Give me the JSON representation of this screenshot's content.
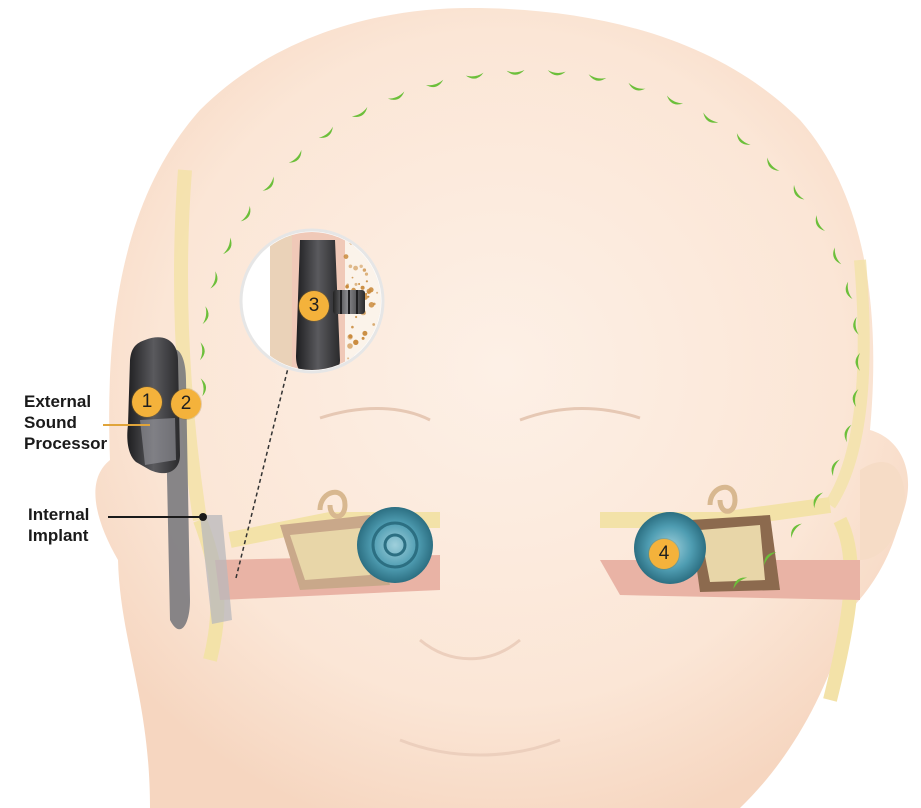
{
  "labels": {
    "external": [
      "External",
      "Sound",
      "Processor"
    ],
    "internal": [
      "Internal",
      "Implant"
    ]
  },
  "badges": {
    "b1": "1",
    "b2": "2",
    "b3": "3",
    "b4": "4"
  },
  "colors": {
    "badge": "#f4b23b",
    "wave": "#6cbf3a",
    "skin": "#fbe3d3",
    "bone": "#f6ecc0",
    "cochlea": "#3e8fa6",
    "device": "#3a3a3c",
    "leader_external": "#e0a43a",
    "leader_internal": "#1a1a1a"
  }
}
